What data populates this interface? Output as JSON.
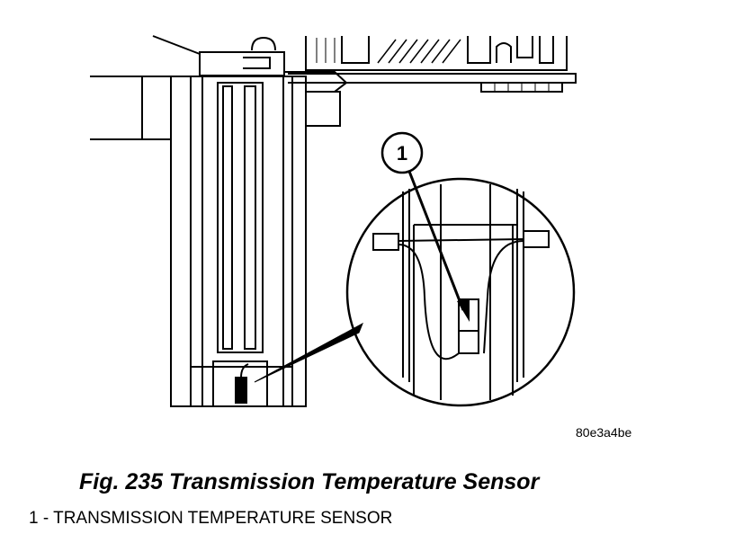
{
  "callout": {
    "number": "1"
  },
  "image_code": "80e3a4be",
  "figure": {
    "caption": "Fig. 235 Transmission Temperature Sensor"
  },
  "legend": {
    "items": [
      {
        "text": "1 - TRANSMISSION TEMPERATURE SENSOR"
      }
    ]
  }
}
